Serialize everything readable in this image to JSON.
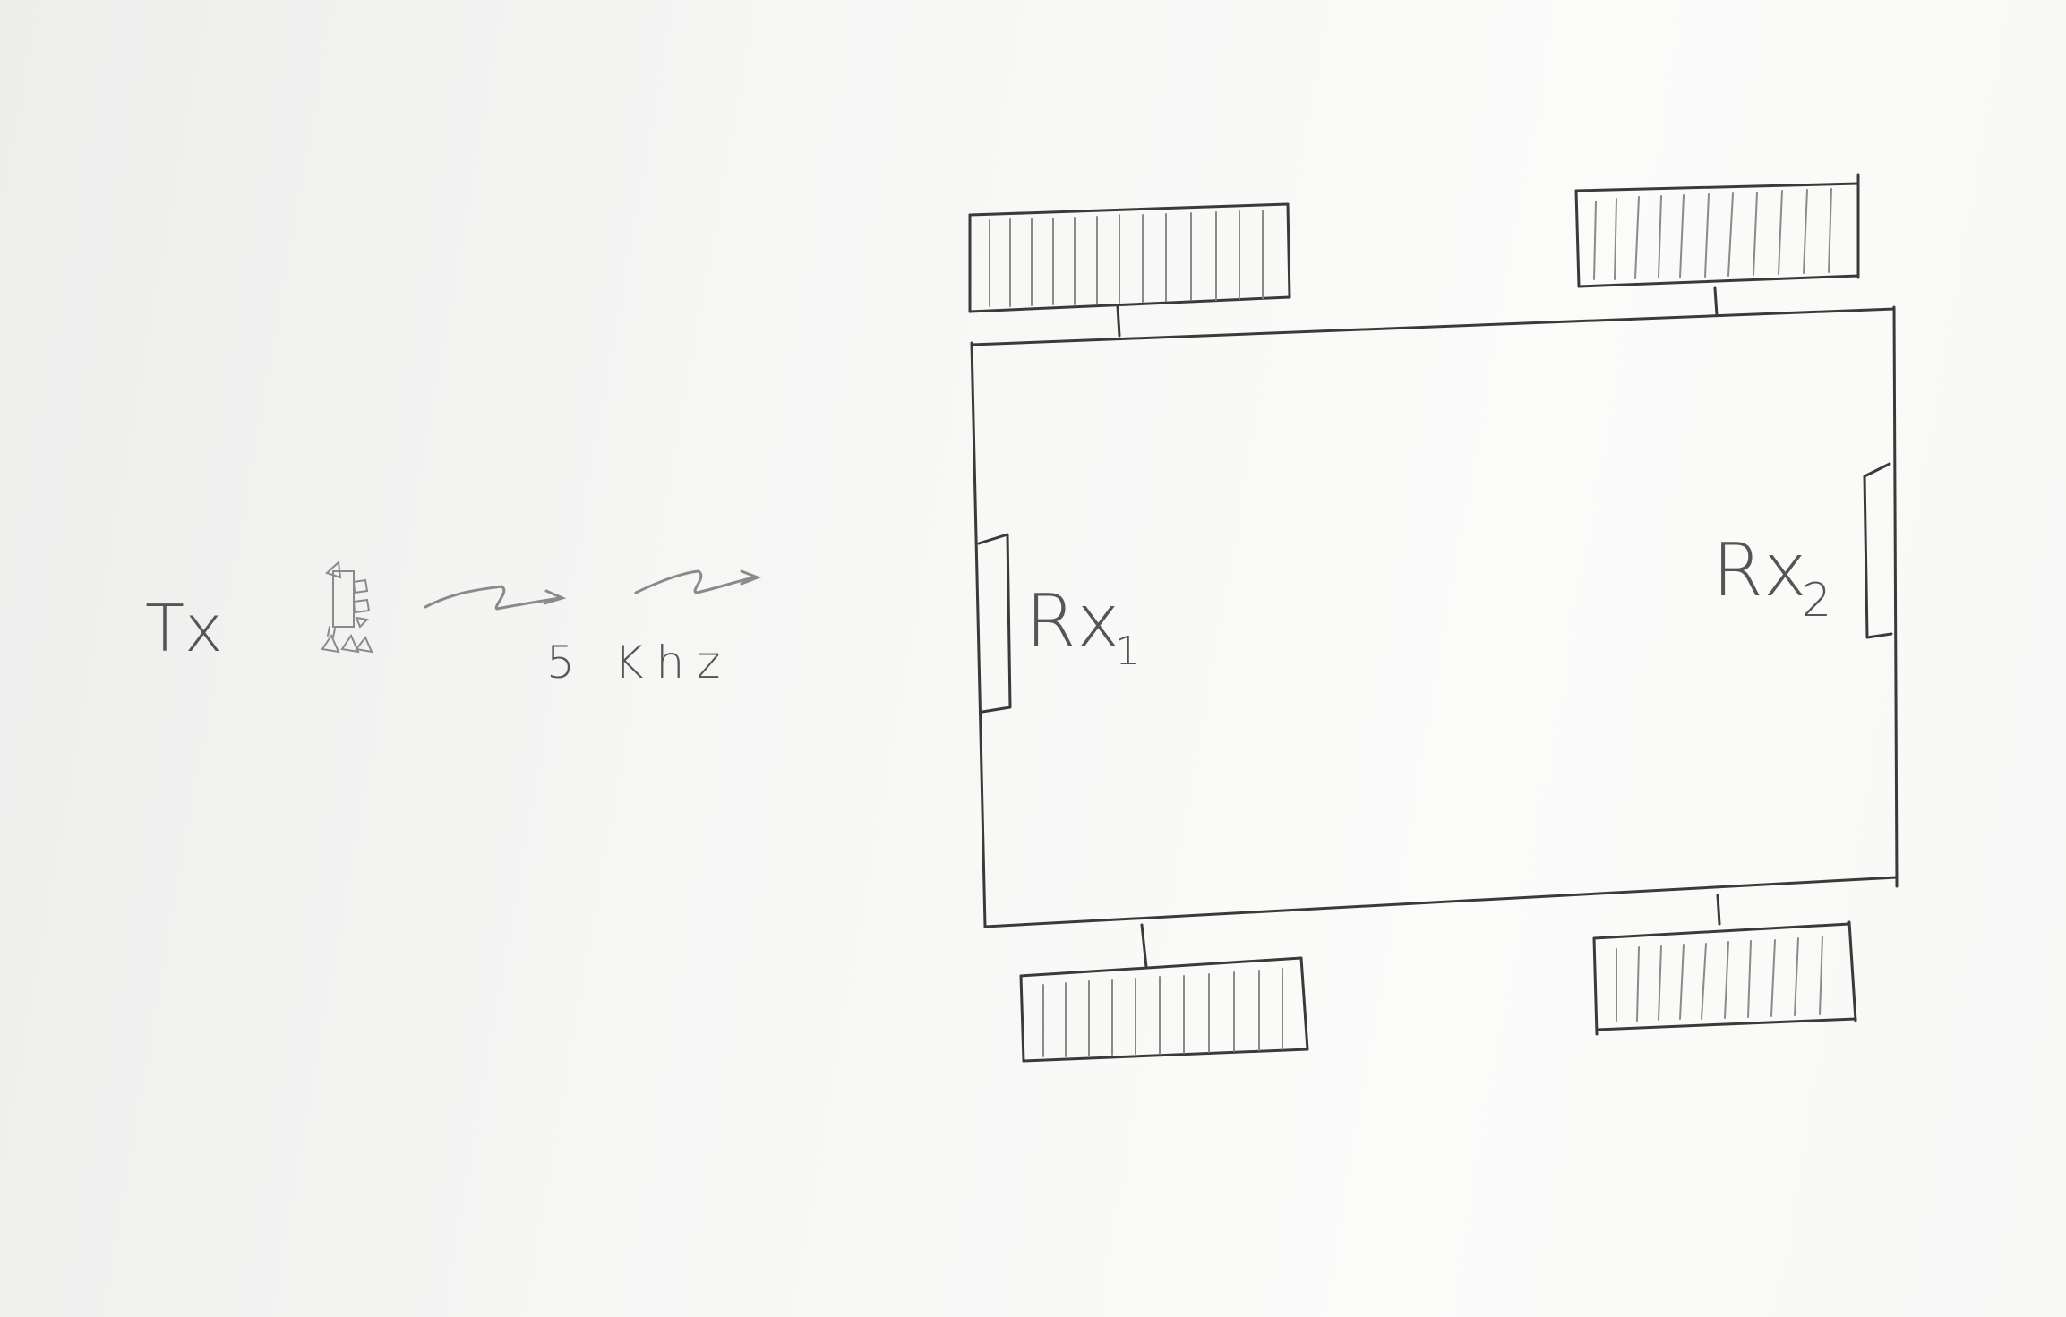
{
  "transmitter": {
    "label": "Tx",
    "frequency": "5 Khz"
  },
  "receivers": [
    {
      "label": "Rx",
      "subscript": "1"
    },
    {
      "label": "Rx",
      "subscript": "2"
    }
  ],
  "colors": {
    "ink": "#3a3a3a",
    "pencil": "#8a8a8a",
    "paper": "#f7f7f6"
  }
}
